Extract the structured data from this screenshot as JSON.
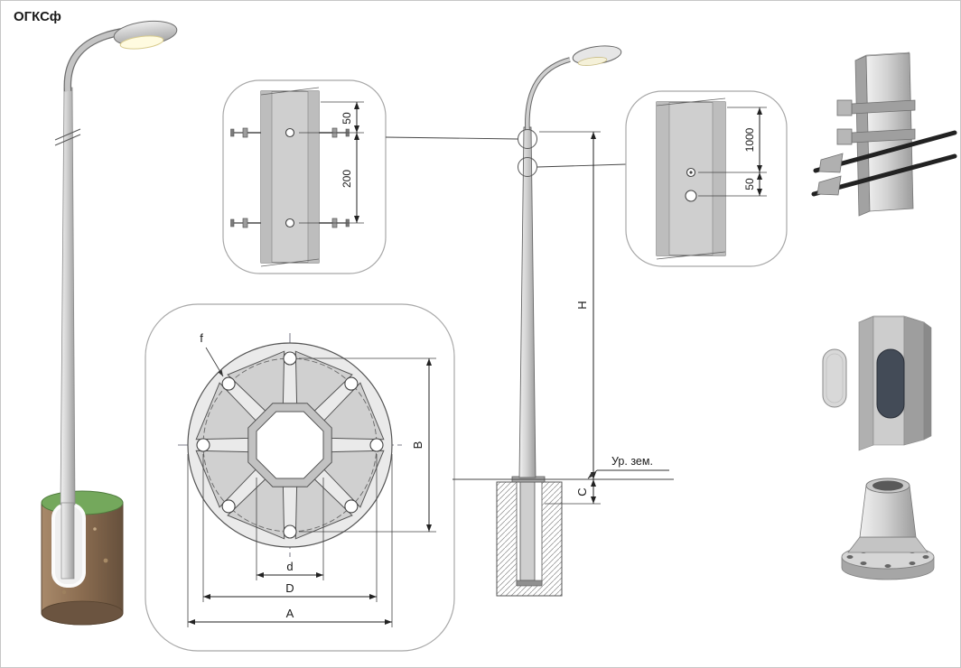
{
  "title": "ОГКСф",
  "detail_top_view": {
    "dim_small": "50",
    "dim_large": "200"
  },
  "detail_bracket_view": {
    "dim_spacing": "1000",
    "dim_offset": "50"
  },
  "flange_plan_view": {
    "hole_label": "f",
    "dim_vertical": "B",
    "dim_inner": "d",
    "dim_bolt_circle": "D",
    "dim_outer": "A"
  },
  "elevation_view": {
    "dim_height": "H",
    "dim_embed": "C",
    "ground_label": "Ур. зем."
  },
  "colors": {
    "steel_light": "#f0f0f0",
    "steel_mid": "#d2d2d2",
    "steel_dark": "#9c9c9c",
    "soil_brown": "#8a6c50",
    "grass_green": "#74a85c",
    "line": "#444444"
  }
}
